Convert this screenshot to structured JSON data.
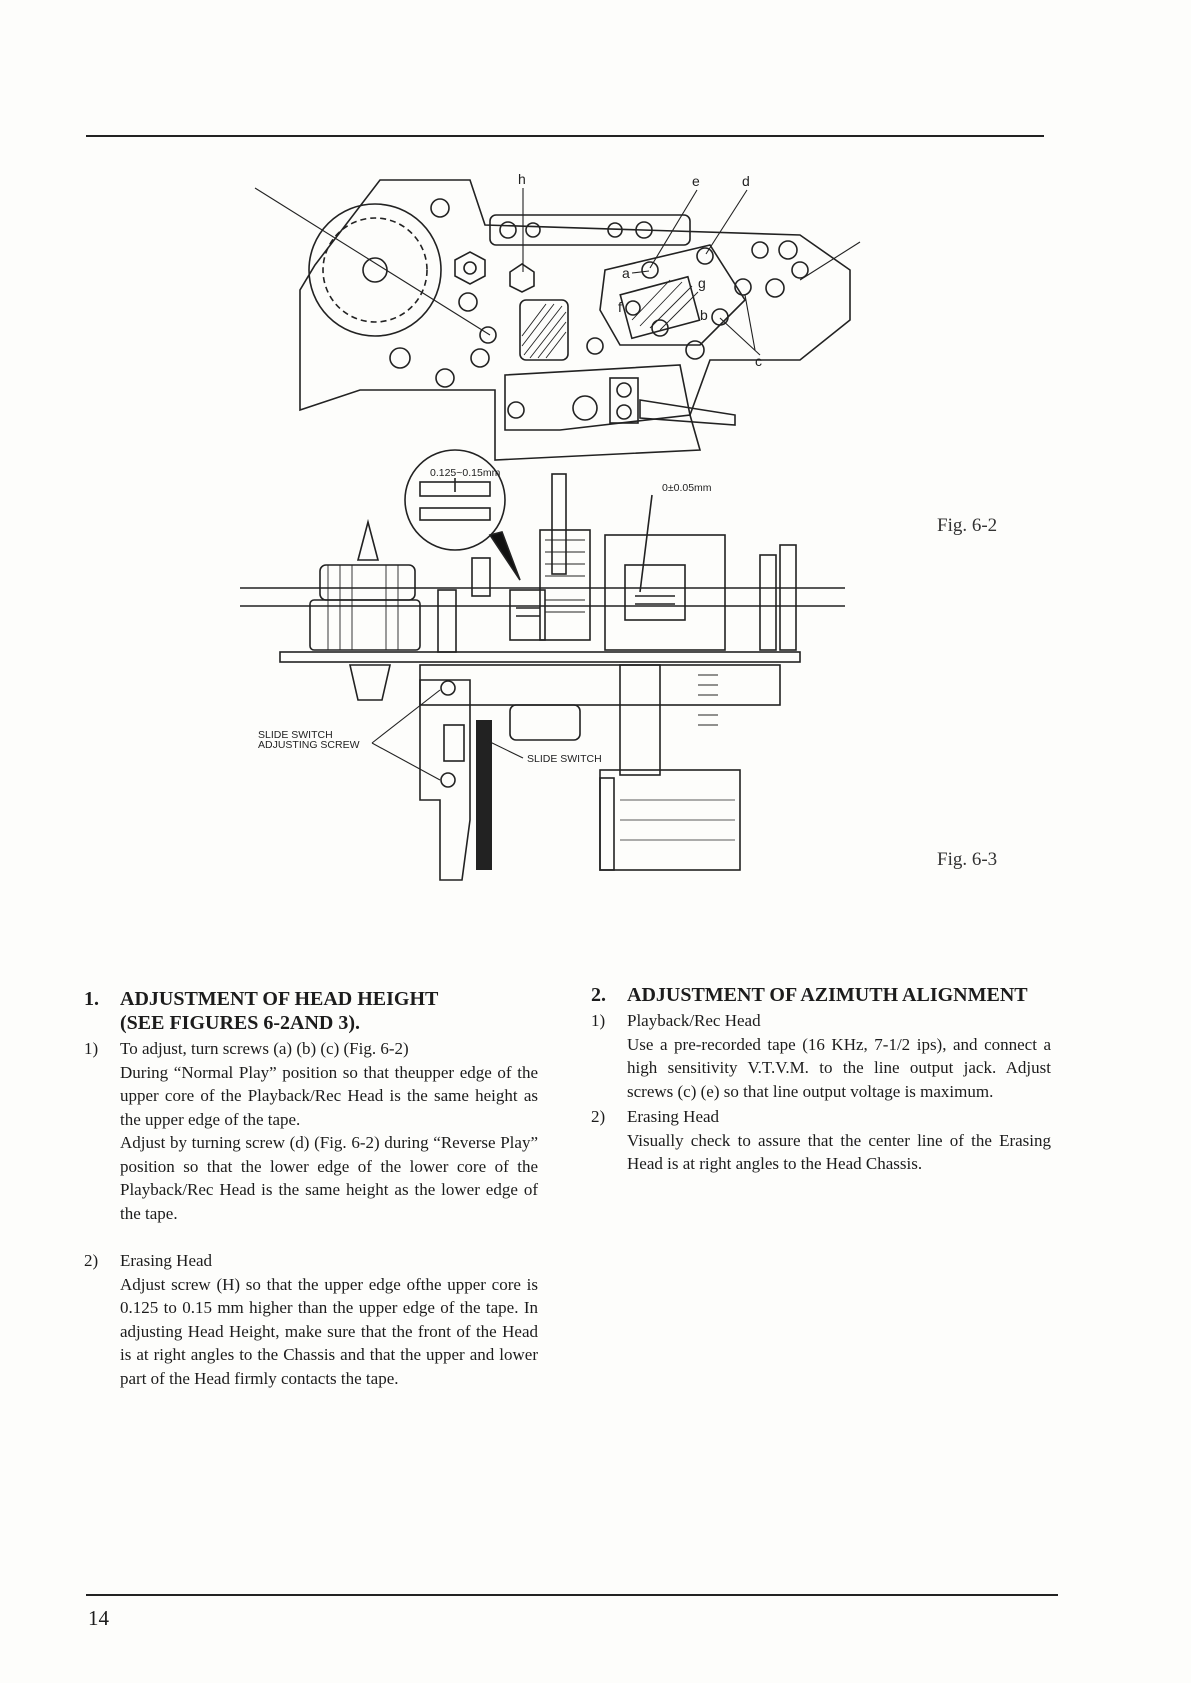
{
  "figures": {
    "fig62_label": "Fig. 6-2",
    "fig63_label": "Fig. 6-3",
    "callouts": {
      "h": "h",
      "e": "e",
      "d": "d",
      "a": "a",
      "g": "g",
      "f": "f",
      "b": "b",
      "c": "c",
      "gap_spec": "0.125~0.15mm",
      "azimuth_spec": "0±0.05mm",
      "slide_switch_screw_1": "SLIDE SWITCH",
      "slide_switch_screw_2": "ADJUSTING SCREW",
      "slide_switch": "SLIDE SWITCH"
    }
  },
  "left": {
    "number": "1.",
    "heading_line1": "ADJUSTMENT OF HEAD HEIGHT",
    "heading_line2": "(SEE FIGURES 6-2AND 3).",
    "item1_num": "1)",
    "item1_title": "To adjust, turn screws (a) (b) (c) (Fig. 6-2)",
    "item1_p1": "During “Normal Play” position so that theupper edge of the upper core of the Playback/Rec Head is the same height as the upper edge of the tape.",
    "item1_p2": "Adjust by turning screw (d) (Fig. 6-2) during “Reverse Play” position so that the lower edge of the lower core of the Playback/Rec Head is the same height as the lower edge of the tape.",
    "item2_num": "2)",
    "item2_title": "Erasing Head",
    "item2_p1": "Adjust screw (H) so that the upper edge ofthe upper core is 0.125 to 0.15 mm higher than the upper edge of the tape. In adjusting Head Height, make sure that the front of the Head is at right angles to the Chassis and that the upper and lower part of the Head firmly contacts the tape."
  },
  "right": {
    "number": "2.",
    "heading": "ADJUSTMENT OF AZIMUTH ALIGNMENT",
    "item1_num": "1)",
    "item1_title": "Playback/Rec Head",
    "item1_p1": "Use a pre-recorded tape (16 KHz, 7-1/2 ips), and connect a high sensitivity V.T.V.M. to the line output jack. Adjust screws (c) (e) so that line output voltage is maximum.",
    "item2_num": "2)",
    "item2_title": "Erasing Head",
    "item2_p1": "Visually check to assure that the center line of the Erasing Head is at right angles to the Head Chassis."
  },
  "page_number": "14"
}
